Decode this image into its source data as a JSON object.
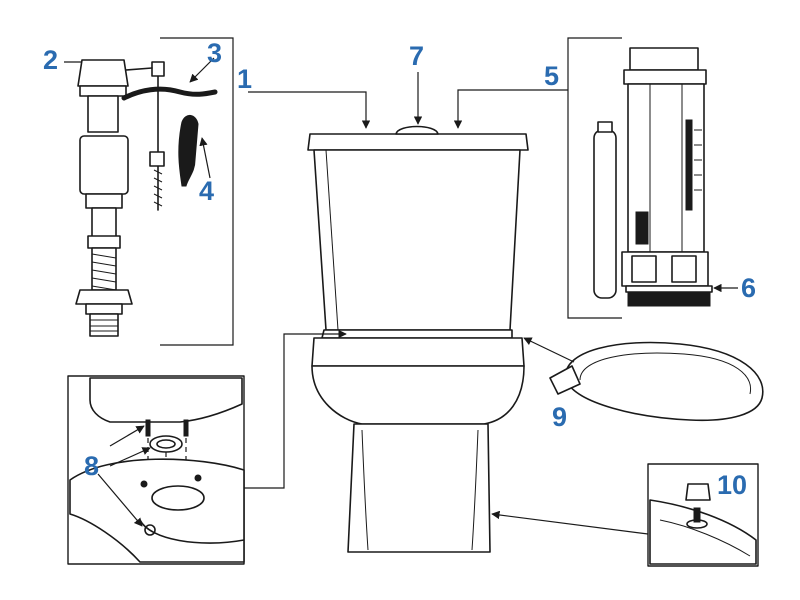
{
  "callouts": {
    "c1": "1",
    "c2": "2",
    "c3": "3",
    "c4": "4",
    "c5": "5",
    "c6": "6",
    "c7": "7",
    "c8": "8",
    "c9": "9",
    "c10": "10"
  },
  "colors": {
    "callout": "#2a6bb0",
    "line": "#1a1a1a",
    "background": "#ffffff"
  }
}
